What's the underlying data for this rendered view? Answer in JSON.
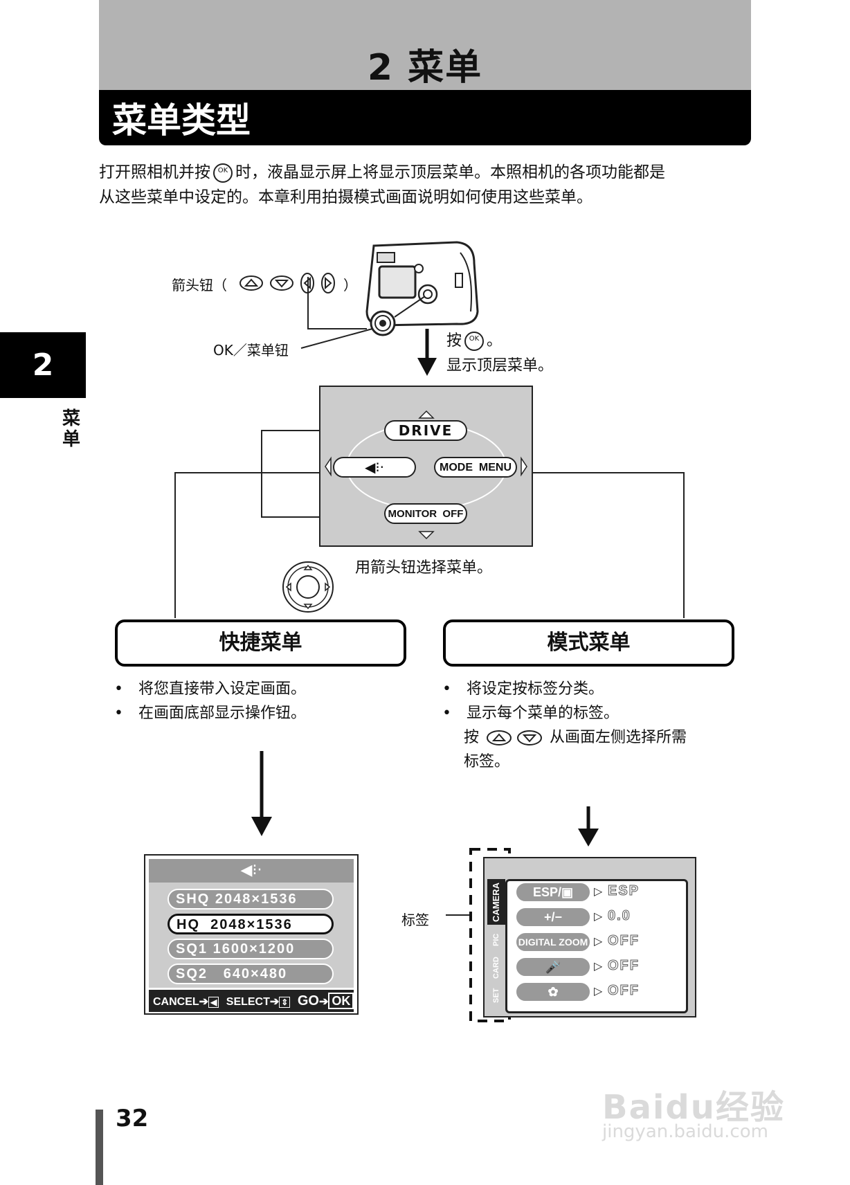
{
  "header": {
    "chapter_title": "2 菜单",
    "section_title": "菜单类型"
  },
  "intro": {
    "line1_a": "打开照相机并按",
    "line1_b": "时，液晶显示屏上将显示顶层菜单。本照相机的各项功能都是",
    "line2": "从这些菜单中设定的。本章利用拍摄模式画面说明如何使用这些菜单。"
  },
  "side_tab": {
    "number": "2",
    "label": "菜单"
  },
  "ok_icon_text": "OK",
  "camera": {
    "arrow_label_a": "箭头钮（",
    "arrow_label_b": "）",
    "ok_label": "OK／菜单钮",
    "press_a": "按",
    "press_b": "。",
    "show_top_menu": "显示顶层菜单。"
  },
  "top_menu": {
    "drive": "DRIVE",
    "mode_menu": "MODE  MENU",
    "monitor_off": "MONITOR  OFF"
  },
  "select_instruction": "用箭头钮选择菜单。",
  "shortcut_menu": {
    "title": "快捷菜单",
    "bullets": [
      "将您直接带入设定画面。",
      "在画面底部显示操作钮。"
    ]
  },
  "mode_menu": {
    "title": "模式菜单",
    "bullet1": "将设定按标签分类。",
    "bullet2": "显示每个菜单的标签。",
    "line3_a": "按",
    "line3_b": "从画面左侧选择所需",
    "line4": "标签。"
  },
  "quick_screen": {
    "rows": [
      "SHQ 2048×1536",
      "HQ  2048×1536",
      "SQ1 1600×1200",
      "SQ2   640×480"
    ],
    "selected_index": 1,
    "footer": {
      "cancel": "CANCEL",
      "select": "SELECT",
      "go": "GO",
      "ok": "OK"
    }
  },
  "mode_screen": {
    "tab_label": "标签",
    "tabs": [
      "CAMERA",
      "PIC",
      "CARD",
      "SET"
    ],
    "items": [
      {
        "name": "ESP/",
        "value": "ESP"
      },
      {
        "name": "",
        "value": "0.0"
      },
      {
        "name": "DIGITAL ZOOM",
        "value": "OFF"
      },
      {
        "name": "",
        "value": "OFF"
      },
      {
        "name": "",
        "value": "OFF"
      }
    ]
  },
  "page_number": "32",
  "watermark": {
    "brand": "Baidu经验",
    "url": "jingyan.baidu.com"
  },
  "colors": {
    "chapter_bar": "#b3b3b3",
    "lcd_bg": "#cccccc",
    "ink": "#111111"
  }
}
